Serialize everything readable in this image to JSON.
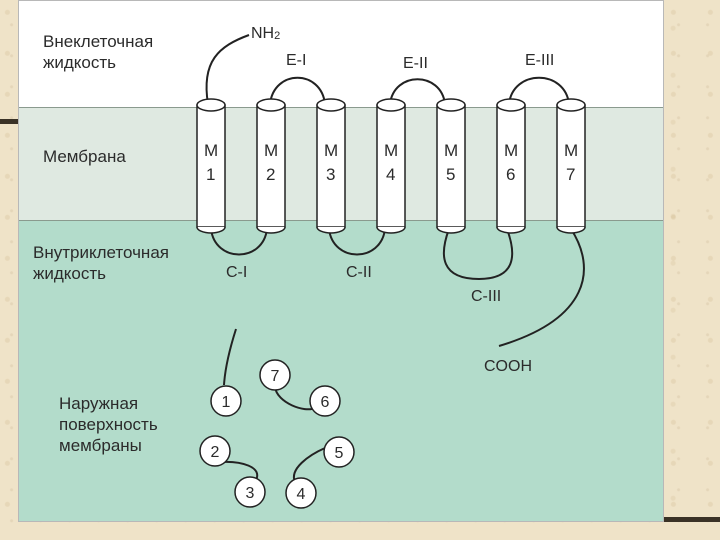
{
  "zones": {
    "extracellular": "Внеклеточная\nжидкость",
    "membrane": "Мембрана",
    "intracellular": "Внутриклеточная\nжидкость",
    "outer_surface": "Наружная\nповерхность\nмембраны"
  },
  "helices": [
    {
      "letter": "М",
      "number": "1"
    },
    {
      "letter": "М",
      "number": "2"
    },
    {
      "letter": "М",
      "number": "3"
    },
    {
      "letter": "М",
      "number": "4"
    },
    {
      "letter": "М",
      "number": "5"
    },
    {
      "letter": "М",
      "number": "6"
    },
    {
      "letter": "М",
      "number": "7"
    }
  ],
  "loops": {
    "e1": "E-I",
    "e2": "E-II",
    "e3": "E-III",
    "c1": "C-I",
    "c2": "C-II",
    "c3": "C-III"
  },
  "termini": {
    "n": "NH",
    "n_sub": "2",
    "c": "COOH"
  },
  "surface_circles": [
    "1",
    "2",
    "3",
    "4",
    "5",
    "6",
    "7"
  ],
  "colors": {
    "extracellular": "#ffffff",
    "membrane": "#dfe9e1",
    "intracellular": "#b3dccb"
  }
}
